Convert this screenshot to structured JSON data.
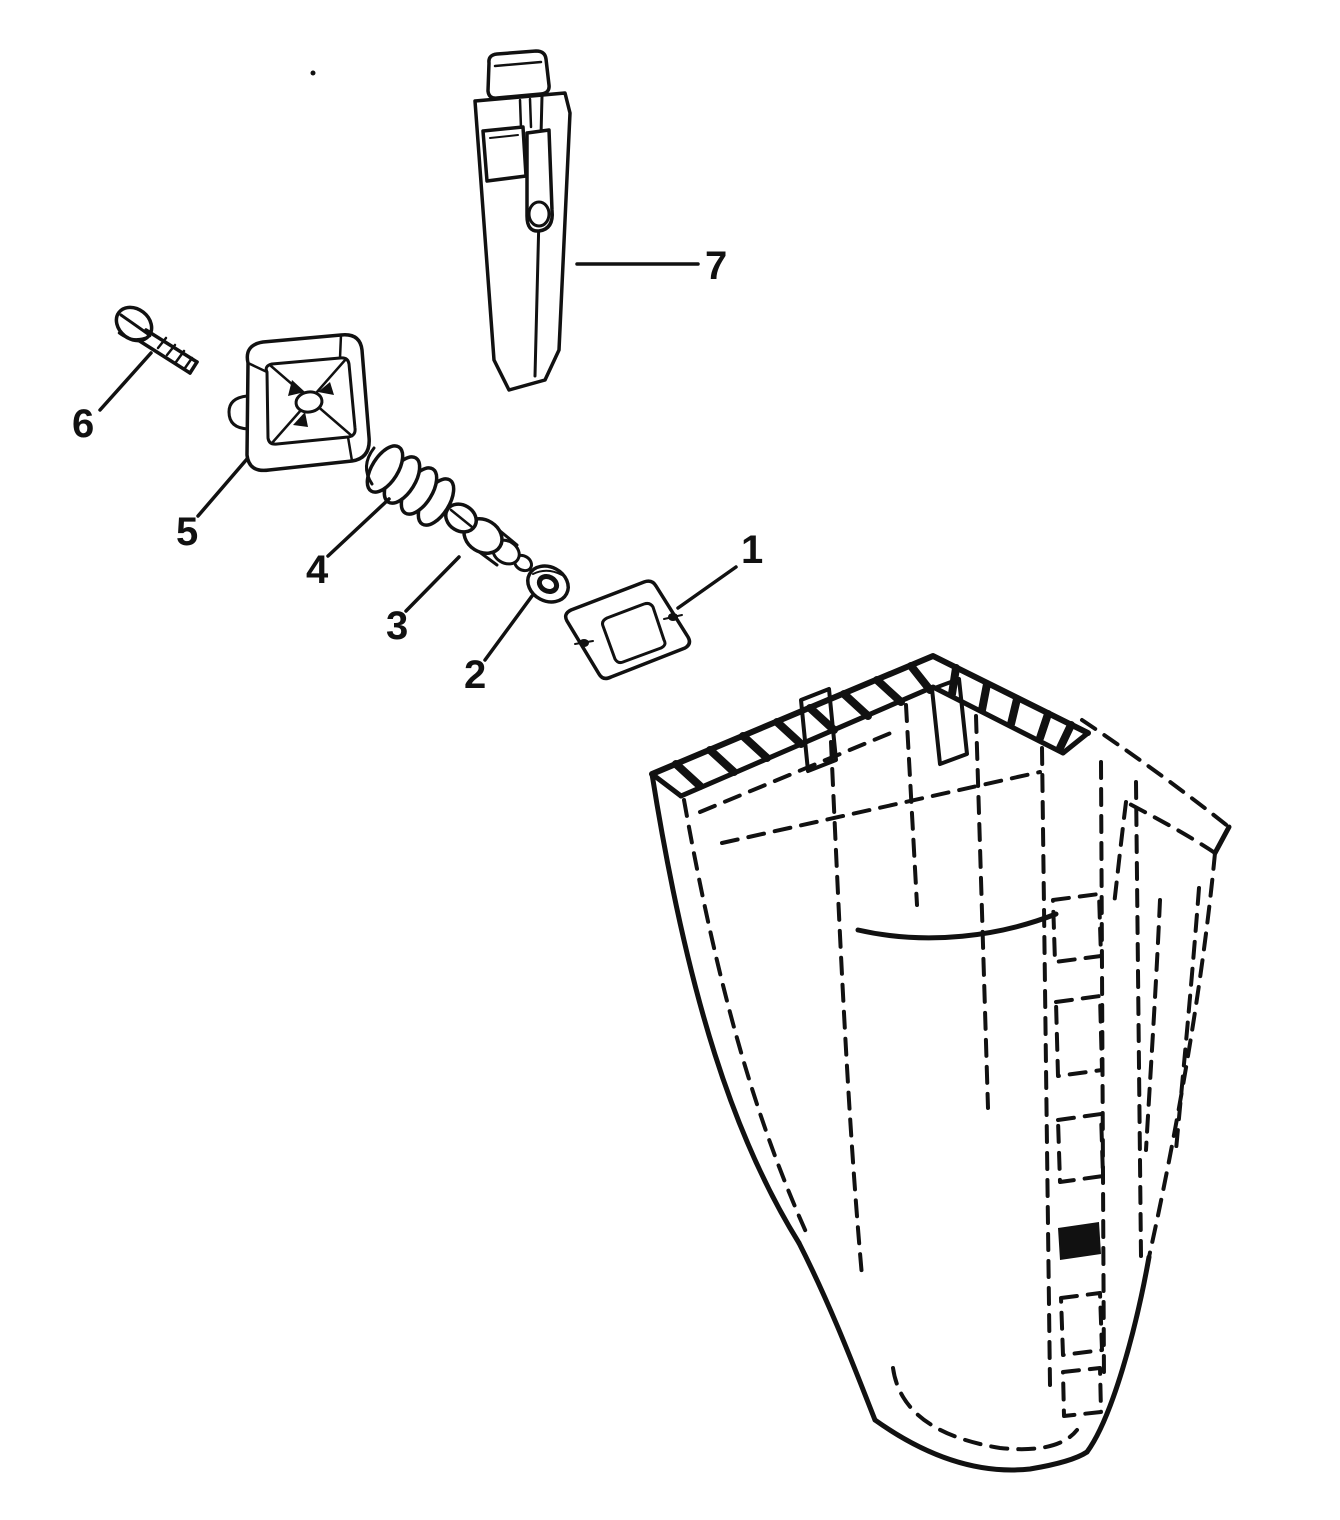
{
  "diagram": {
    "type": "exploded-parts-diagram",
    "colors": {
      "ink": "#111111",
      "paper": "#ffffff"
    },
    "callouts": [
      {
        "label": "1"
      },
      {
        "label": "2"
      },
      {
        "label": "3"
      },
      {
        "label": "4"
      },
      {
        "label": "5"
      },
      {
        "label": "6"
      },
      {
        "label": "7"
      }
    ]
  }
}
